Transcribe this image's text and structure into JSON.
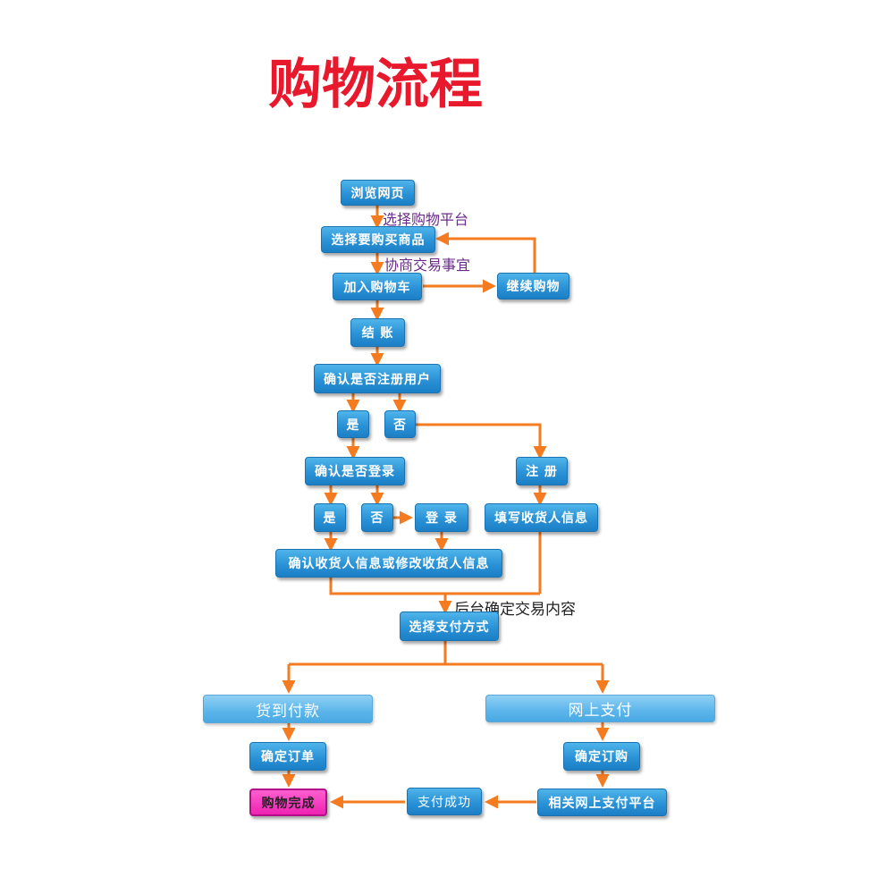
{
  "title": "购物流程",
  "nodes": {
    "browse": "浏览网页",
    "select_goods": "选择要购买商品",
    "add_cart": "加入购物车",
    "continue_shopping": "继续购物",
    "checkout": "结 账",
    "confirm_registered": "确认是否注册用户",
    "yes1": "是",
    "no1": "否",
    "register": "注 册",
    "confirm_login": "确认是否登录",
    "yes2": "是",
    "no2": "否",
    "login": "登 录",
    "fill_receiver": "填写收货人信息",
    "confirm_receiver": "确认收货人信息或修改收货人信息",
    "select_payment": "选择支付方式",
    "cod": "货到付款",
    "online_pay": "网上支付",
    "confirm_order": "确定订单",
    "confirm_purchase": "确定订购",
    "shopping_done": "购物完成",
    "pay_success": "支付成功",
    "pay_platform": "相关网上支付平台"
  },
  "labels": {
    "choose_platform": "选择购物平台",
    "negotiate": "协商交易事宜",
    "backend_confirm": "后台确定交易内容"
  },
  "colors": {
    "title": "#e8192c",
    "arrow": "#f47b20",
    "node": "#2a92d6",
    "done_node": "#ee22b2"
  }
}
